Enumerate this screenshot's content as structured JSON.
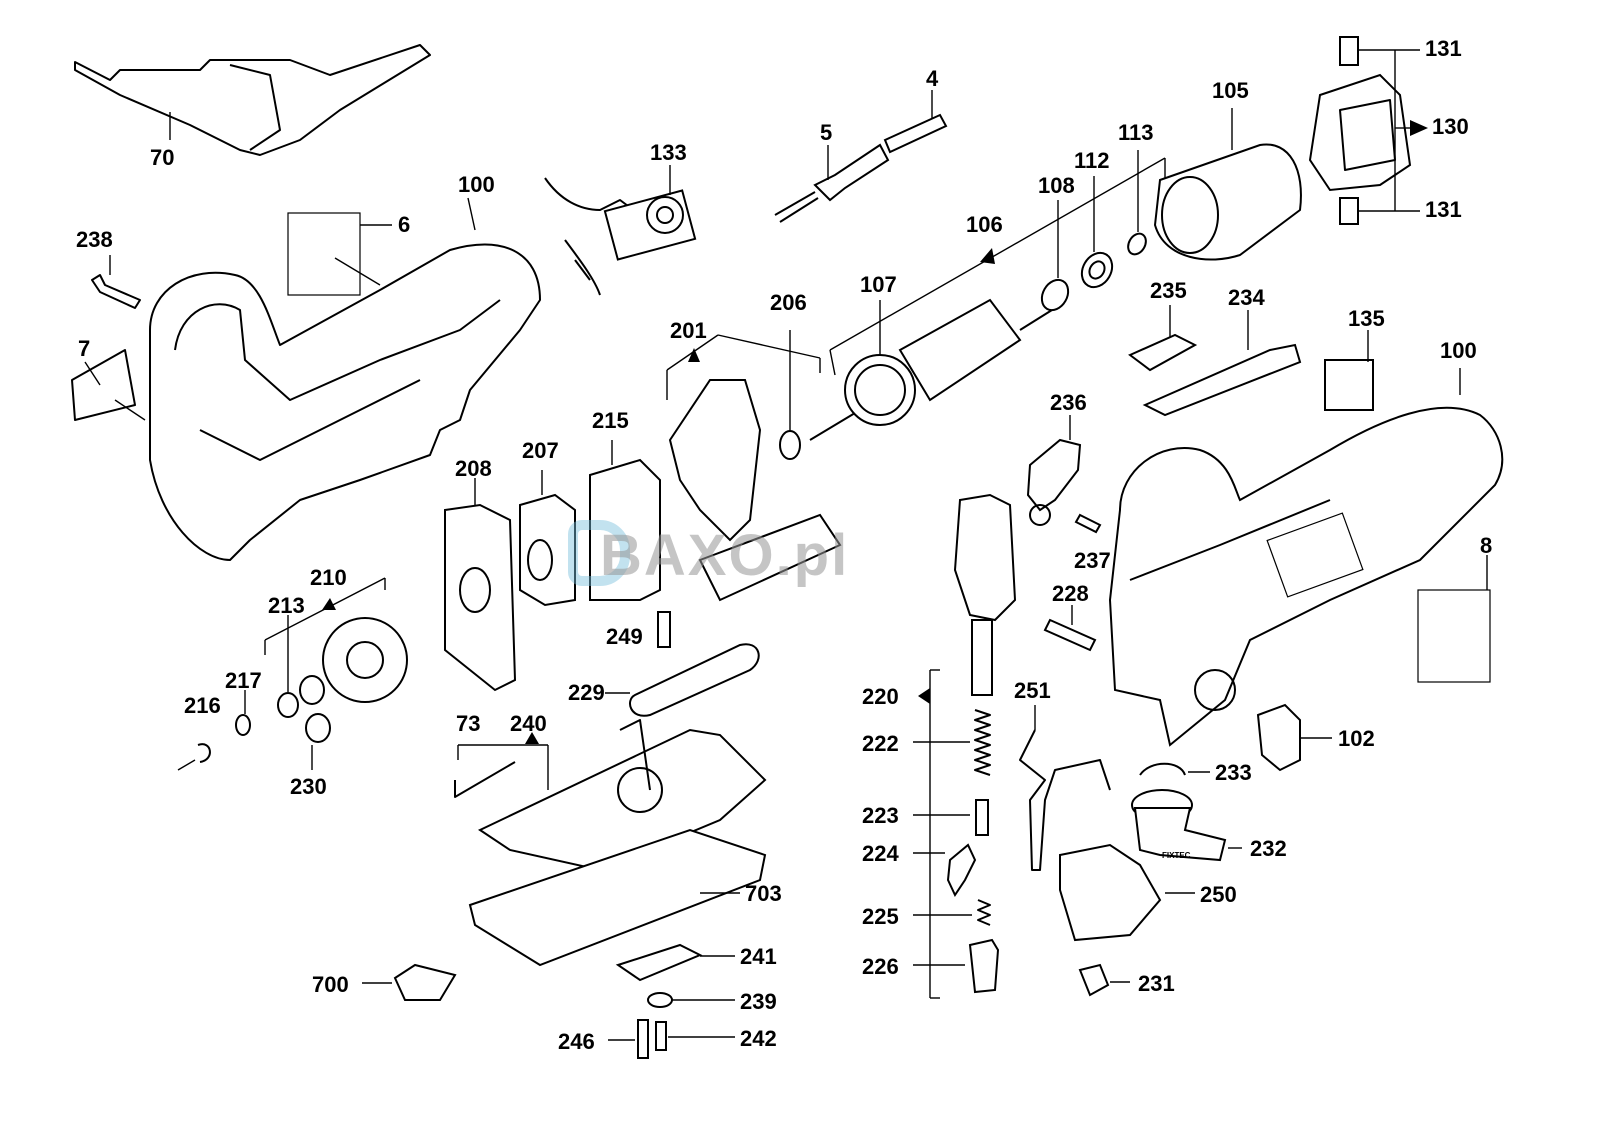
{
  "diagram": {
    "type": "exploded-parts-diagram",
    "subject": "jigsaw",
    "watermark": "BAXO.pl",
    "fixtec_text": "FIXTEC",
    "labels": [
      {
        "id": "70",
        "text": "70"
      },
      {
        "id": "100a",
        "text": "100"
      },
      {
        "id": "6",
        "text": "6"
      },
      {
        "id": "238",
        "text": "238"
      },
      {
        "id": "7",
        "text": "7"
      },
      {
        "id": "133",
        "text": "133"
      },
      {
        "id": "5",
        "text": "5"
      },
      {
        "id": "4",
        "text": "4"
      },
      {
        "id": "105",
        "text": "105"
      },
      {
        "id": "113",
        "text": "113"
      },
      {
        "id": "112",
        "text": "112"
      },
      {
        "id": "108",
        "text": "108"
      },
      {
        "id": "106",
        "text": "106"
      },
      {
        "id": "107",
        "text": "107"
      },
      {
        "id": "206",
        "text": "206"
      },
      {
        "id": "201",
        "text": "201"
      },
      {
        "id": "215",
        "text": "215"
      },
      {
        "id": "207",
        "text": "207"
      },
      {
        "id": "208",
        "text": "208"
      },
      {
        "id": "131a",
        "text": "131"
      },
      {
        "id": "130",
        "text": "130"
      },
      {
        "id": "131b",
        "text": "131"
      },
      {
        "id": "235",
        "text": "235"
      },
      {
        "id": "234",
        "text": "234"
      },
      {
        "id": "135",
        "text": "135"
      },
      {
        "id": "100b",
        "text": "100"
      },
      {
        "id": "236",
        "text": "236"
      },
      {
        "id": "237",
        "text": "237"
      },
      {
        "id": "228",
        "text": "228"
      },
      {
        "id": "8",
        "text": "8"
      },
      {
        "id": "210",
        "text": "210"
      },
      {
        "id": "213",
        "text": "213"
      },
      {
        "id": "217",
        "text": "217"
      },
      {
        "id": "216",
        "text": "216"
      },
      {
        "id": "230",
        "text": "230"
      },
      {
        "id": "249",
        "text": "249"
      },
      {
        "id": "229",
        "text": "229"
      },
      {
        "id": "220",
        "text": "220"
      },
      {
        "id": "251",
        "text": "251"
      },
      {
        "id": "102",
        "text": "102"
      },
      {
        "id": "222",
        "text": "222"
      },
      {
        "id": "233",
        "text": "233"
      },
      {
        "id": "73",
        "text": "73"
      },
      {
        "id": "240",
        "text": "240"
      },
      {
        "id": "223",
        "text": "223"
      },
      {
        "id": "232",
        "text": "232"
      },
      {
        "id": "224",
        "text": "224"
      },
      {
        "id": "703",
        "text": "703"
      },
      {
        "id": "250",
        "text": "250"
      },
      {
        "id": "225",
        "text": "225"
      },
      {
        "id": "241",
        "text": "241"
      },
      {
        "id": "226",
        "text": "226"
      },
      {
        "id": "700",
        "text": "700"
      },
      {
        "id": "231",
        "text": "231"
      },
      {
        "id": "239",
        "text": "239"
      },
      {
        "id": "246",
        "text": "246"
      },
      {
        "id": "242",
        "text": "242"
      }
    ]
  }
}
